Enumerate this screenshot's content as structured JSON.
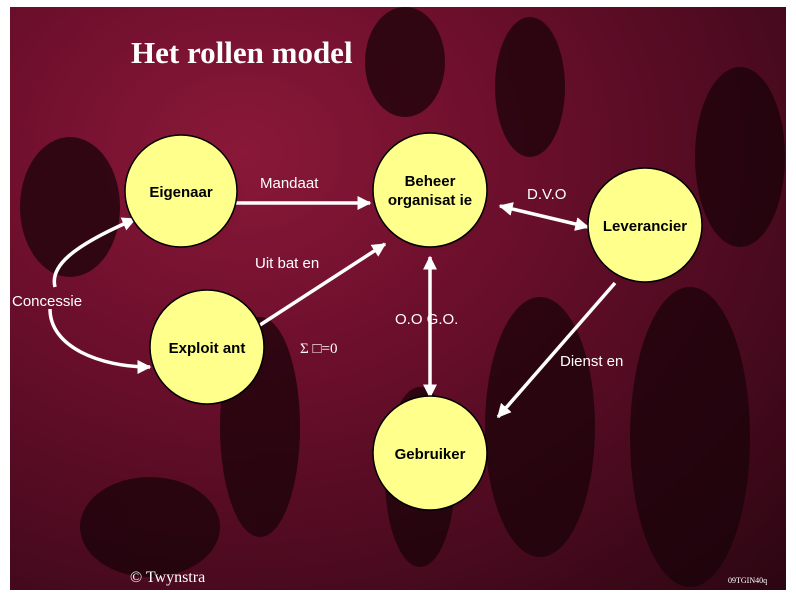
{
  "title": "Het rollen model",
  "nodes": {
    "eigenaar": "Eigenaar",
    "beheer_line1": "Beheer",
    "beheer_line2": "organisat ie",
    "leverancier": "Leverancier",
    "exploitant": "Exploit ant",
    "gebruiker": "Gebruiker"
  },
  "edges": {
    "mandaat": "Mandaat",
    "dvo": "D.V.O",
    "uitbaten": "Uit bat en",
    "concessie": "Concessie",
    "oo_go": "O.O G.O.",
    "sigma": "Σ □=0",
    "diensten": "Dienst en"
  },
  "footer": {
    "copyright": "© Twynstra",
    "code": "09TGIN40q"
  },
  "colors": {
    "node_fill": "#ffff8c",
    "background": "#6c0f2c",
    "arrow": "#ffffff"
  }
}
